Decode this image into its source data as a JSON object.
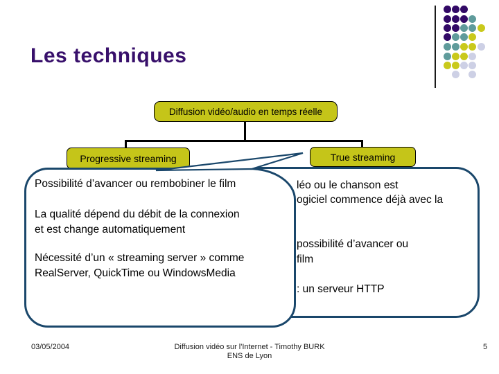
{
  "title": "Les techniques",
  "diagram": {
    "root_label": "Diffusion vidéo/audio en temps réelle",
    "left_label": "Progressive streaming",
    "right_label": "True streaming"
  },
  "callout_left": {
    "lines": [
      "Possibilité d’avancer ou rembobiner le film",
      "La qualité dépend du débit de la connexion",
      "et est change automatiquement",
      "Nécessité d’un « streaming server » comme",
      "RealServer, QuickTime ou WindowsMedia"
    ]
  },
  "callout_right": {
    "visible_fragments": [
      "léo ou le chanson est",
      "ogiciel commence déjà avec la",
      "possibilité d’avancer ou",
      "film",
      ": un serveur HTTP"
    ]
  },
  "footer": {
    "date": "03/05/2004",
    "credit_line1": "Diffusion vidéo sur l'Internet -  Timothy BURK",
    "credit_line2": "ENS de Lyon",
    "page_number": "5"
  },
  "colors": {
    "title_purple": "#38106B",
    "node_fill_olive": "#C5C519",
    "callout_border_navy": "#1A476B",
    "dot_purple": "#320966",
    "dot_teal": "#5F9B9B",
    "dot_yellow": "#C9C91B",
    "dot_lavender": "#CDD0E5"
  },
  "deco_dots": {
    "cols_x": [
      645,
      657,
      669,
      681,
      694
    ],
    "rows_y": [
      13,
      27,
      40,
      53,
      67,
      81,
      94,
      107
    ],
    "grid": [
      "PPP..",
      "PPPT.",
      "PPTTY",
      "PTTY.",
      "TTYYL",
      "TYYL.",
      "YYLL.",
      ".L.L."
    ],
    "colors": {
      "P": "#320966",
      "T": "#5F9B9B",
      "Y": "#C9C91B",
      "L": "#CDD0E5"
    }
  }
}
